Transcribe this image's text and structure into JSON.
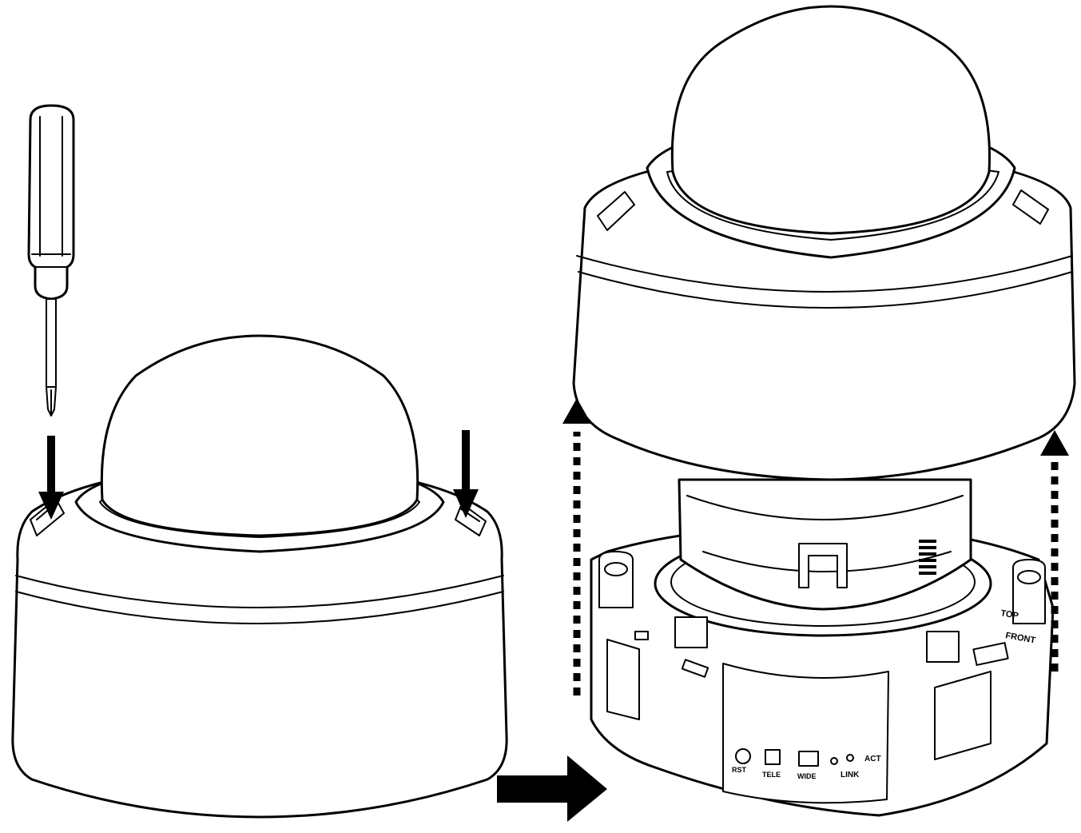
{
  "figure": {
    "left_panel": {
      "caption": ""
    },
    "right_panel": {
      "board_labels": {
        "top": "TOP",
        "front": "FRONT",
        "act": "ACT",
        "link": "LINK",
        "reset": "RST",
        "tele": "TELE",
        "wide": "WIDE"
      }
    }
  }
}
